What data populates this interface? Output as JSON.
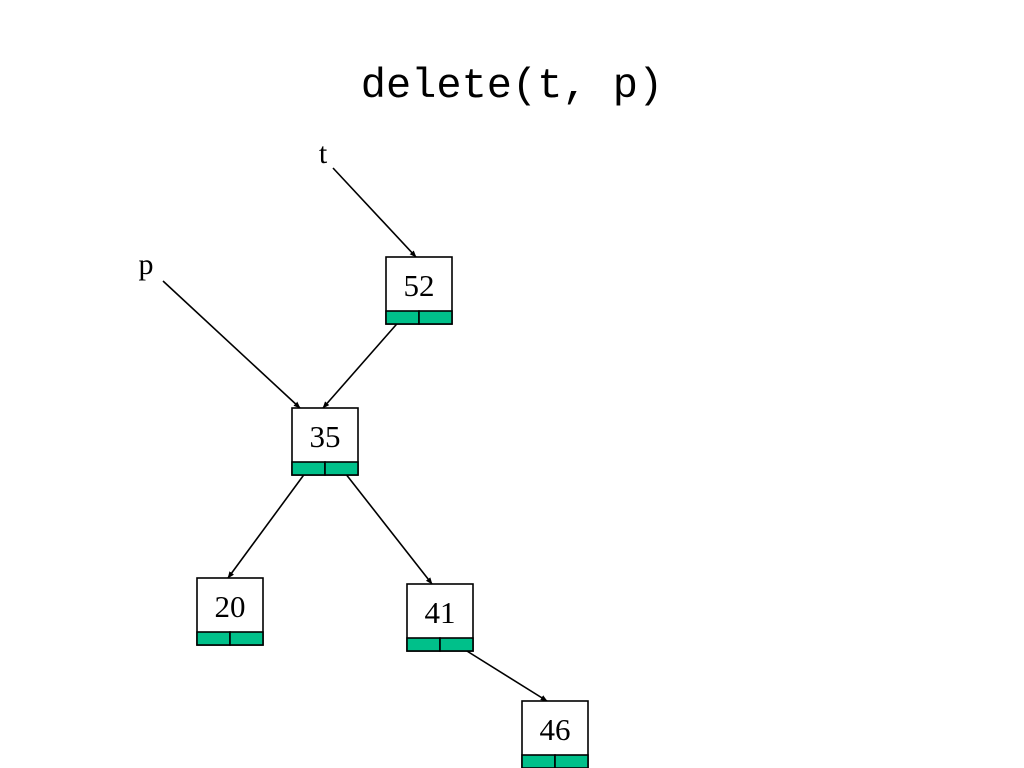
{
  "title": "delete(t, p)",
  "colors": {
    "child_field": "#00c08a",
    "stroke": "#000000",
    "background": "#ffffff"
  },
  "pointers": [
    {
      "label": "t",
      "target": "52"
    },
    {
      "label": "p",
      "target": "35"
    }
  ],
  "nodes": [
    {
      "id": "52",
      "value": "52",
      "left": "35",
      "right": null
    },
    {
      "id": "35",
      "value": "35",
      "left": "20",
      "right": "41"
    },
    {
      "id": "20",
      "value": "20",
      "left": null,
      "right": null
    },
    {
      "id": "41",
      "value": "41",
      "left": null,
      "right": "46"
    },
    {
      "id": "46",
      "value": "46",
      "left": null,
      "right": null
    }
  ]
}
